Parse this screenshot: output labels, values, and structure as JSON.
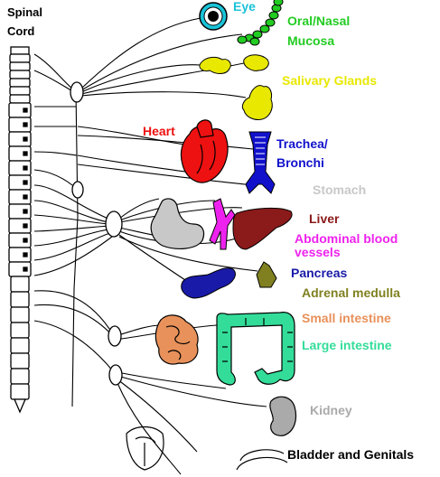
{
  "spinal_cord": {
    "line1": "Spinal",
    "line2": "Cord"
  },
  "labels": {
    "eye": "Eye",
    "oral_nasal_1": "Oral/Nasal",
    "oral_nasal_2": "Mucosa",
    "salivary": "Salivary Glands",
    "heart": "Heart",
    "trachea_1": "Trachea/",
    "trachea_2": "Bronchi",
    "stomach": "Stomach",
    "liver": "Liver",
    "abdominal_1": "Abdominal blood",
    "abdominal_2": "vessels",
    "pancreas": "Pancreas",
    "adrenal": "Adrenal medulla",
    "small_intestine": "Small intestine",
    "large_intestine": "Large intestine",
    "kidney": "Kidney",
    "bladder": "Bladder and Genitals"
  },
  "colors": {
    "eye": "#19c3d8",
    "oral_nasal": "#22cc22",
    "salivary": "#e8e800",
    "heart": "#ee1111",
    "trachea": "#1111cc",
    "stomach": "#c8c8c8",
    "liver": "#8b1a1a",
    "abdominal": "#ee22ee",
    "pancreas": "#1a1aa8",
    "adrenal": "#808020",
    "small_intestine": "#e8915a",
    "large_intestine": "#33dd99",
    "kidney": "#aaaaaa",
    "bladder": "#000000"
  }
}
